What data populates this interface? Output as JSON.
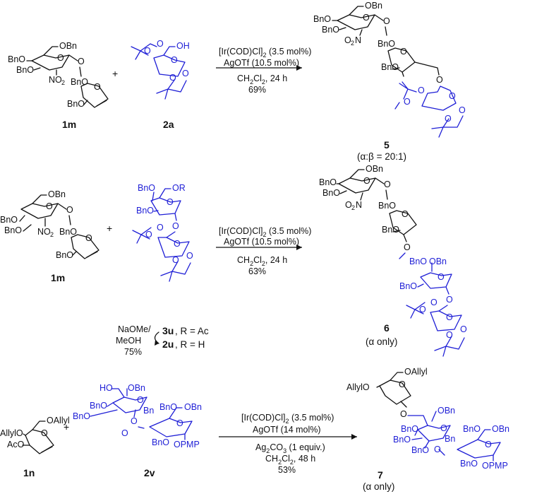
{
  "rows": [
    {
      "reagent_line1": "[Ir(COD)Cl]",
      "reagent_line1_sub": "2",
      "reagent_line1_tail": " (3.5 mol%)",
      "reagent_line2": "AgOTf (10.5 mol%)",
      "solvent": "CH",
      "solvent_sub": "2",
      "solvent_tail": "Cl",
      "solvent_sub2": "2",
      "solvent_tail2": ", 24 h",
      "yield": "69%",
      "donor_label": "1m",
      "acceptor_label": "2a",
      "product_label": "5",
      "product_note": "(α:β = 20:1)"
    },
    {
      "reagent_line1": "[Ir(COD)Cl]",
      "reagent_line1_sub": "2",
      "reagent_line1_tail": " (3.5 mol%)",
      "reagent_line2": "AgOTf (10.5 mol%)",
      "solvent": "CH",
      "solvent_sub": "2",
      "solvent_tail": "Cl",
      "solvent_sub2": "2",
      "solvent_tail2": ", 24 h",
      "yield": "63%",
      "donor_label": "1m",
      "acceptor_label_a": "3u",
      "acceptor_text_a": ", R = Ac",
      "acceptor_label_b": "2u",
      "acceptor_text_b": ", R = H",
      "deprotection_1": "NaOMe/",
      "deprotection_2": "MeOH",
      "deprotection_yield": "75%",
      "product_label": "6",
      "product_note": "(α only)"
    },
    {
      "reagent_line1": "[Ir(COD)Cl]",
      "reagent_line1_sub": "2",
      "reagent_line1_tail": " (3.5 mol%)",
      "reagent_line2": "AgOTf (14 mol%)",
      "additive": "Ag",
      "additive_sub": "2",
      "additive_tail": "CO",
      "additive_sub2": "3",
      "additive_tail2": " (1 equiv.)",
      "solvent": "CH",
      "solvent_sub": "2",
      "solvent_tail": "Cl",
      "solvent_sub2": "2",
      "solvent_tail2": ", 48 h",
      "yield": "53%",
      "donor_label": "1n",
      "acceptor_label": "2v",
      "product_label": "7",
      "product_note": "(α only)"
    }
  ],
  "groups": {
    "OBn": "OBn",
    "BnO": "BnO",
    "NO2": "O",
    "NO2_sub": "2",
    "N": "N",
    "O": "O",
    "OH": "OH",
    "HO": "HO",
    "OR": "OR",
    "OAllyl": "OAllyl",
    "AllylO": "AllylO",
    "AcO": "AcO",
    "OPMP": "OPMP",
    "Bn": "Bn",
    "BnO_O": "BnO",
    "plus": "+"
  }
}
